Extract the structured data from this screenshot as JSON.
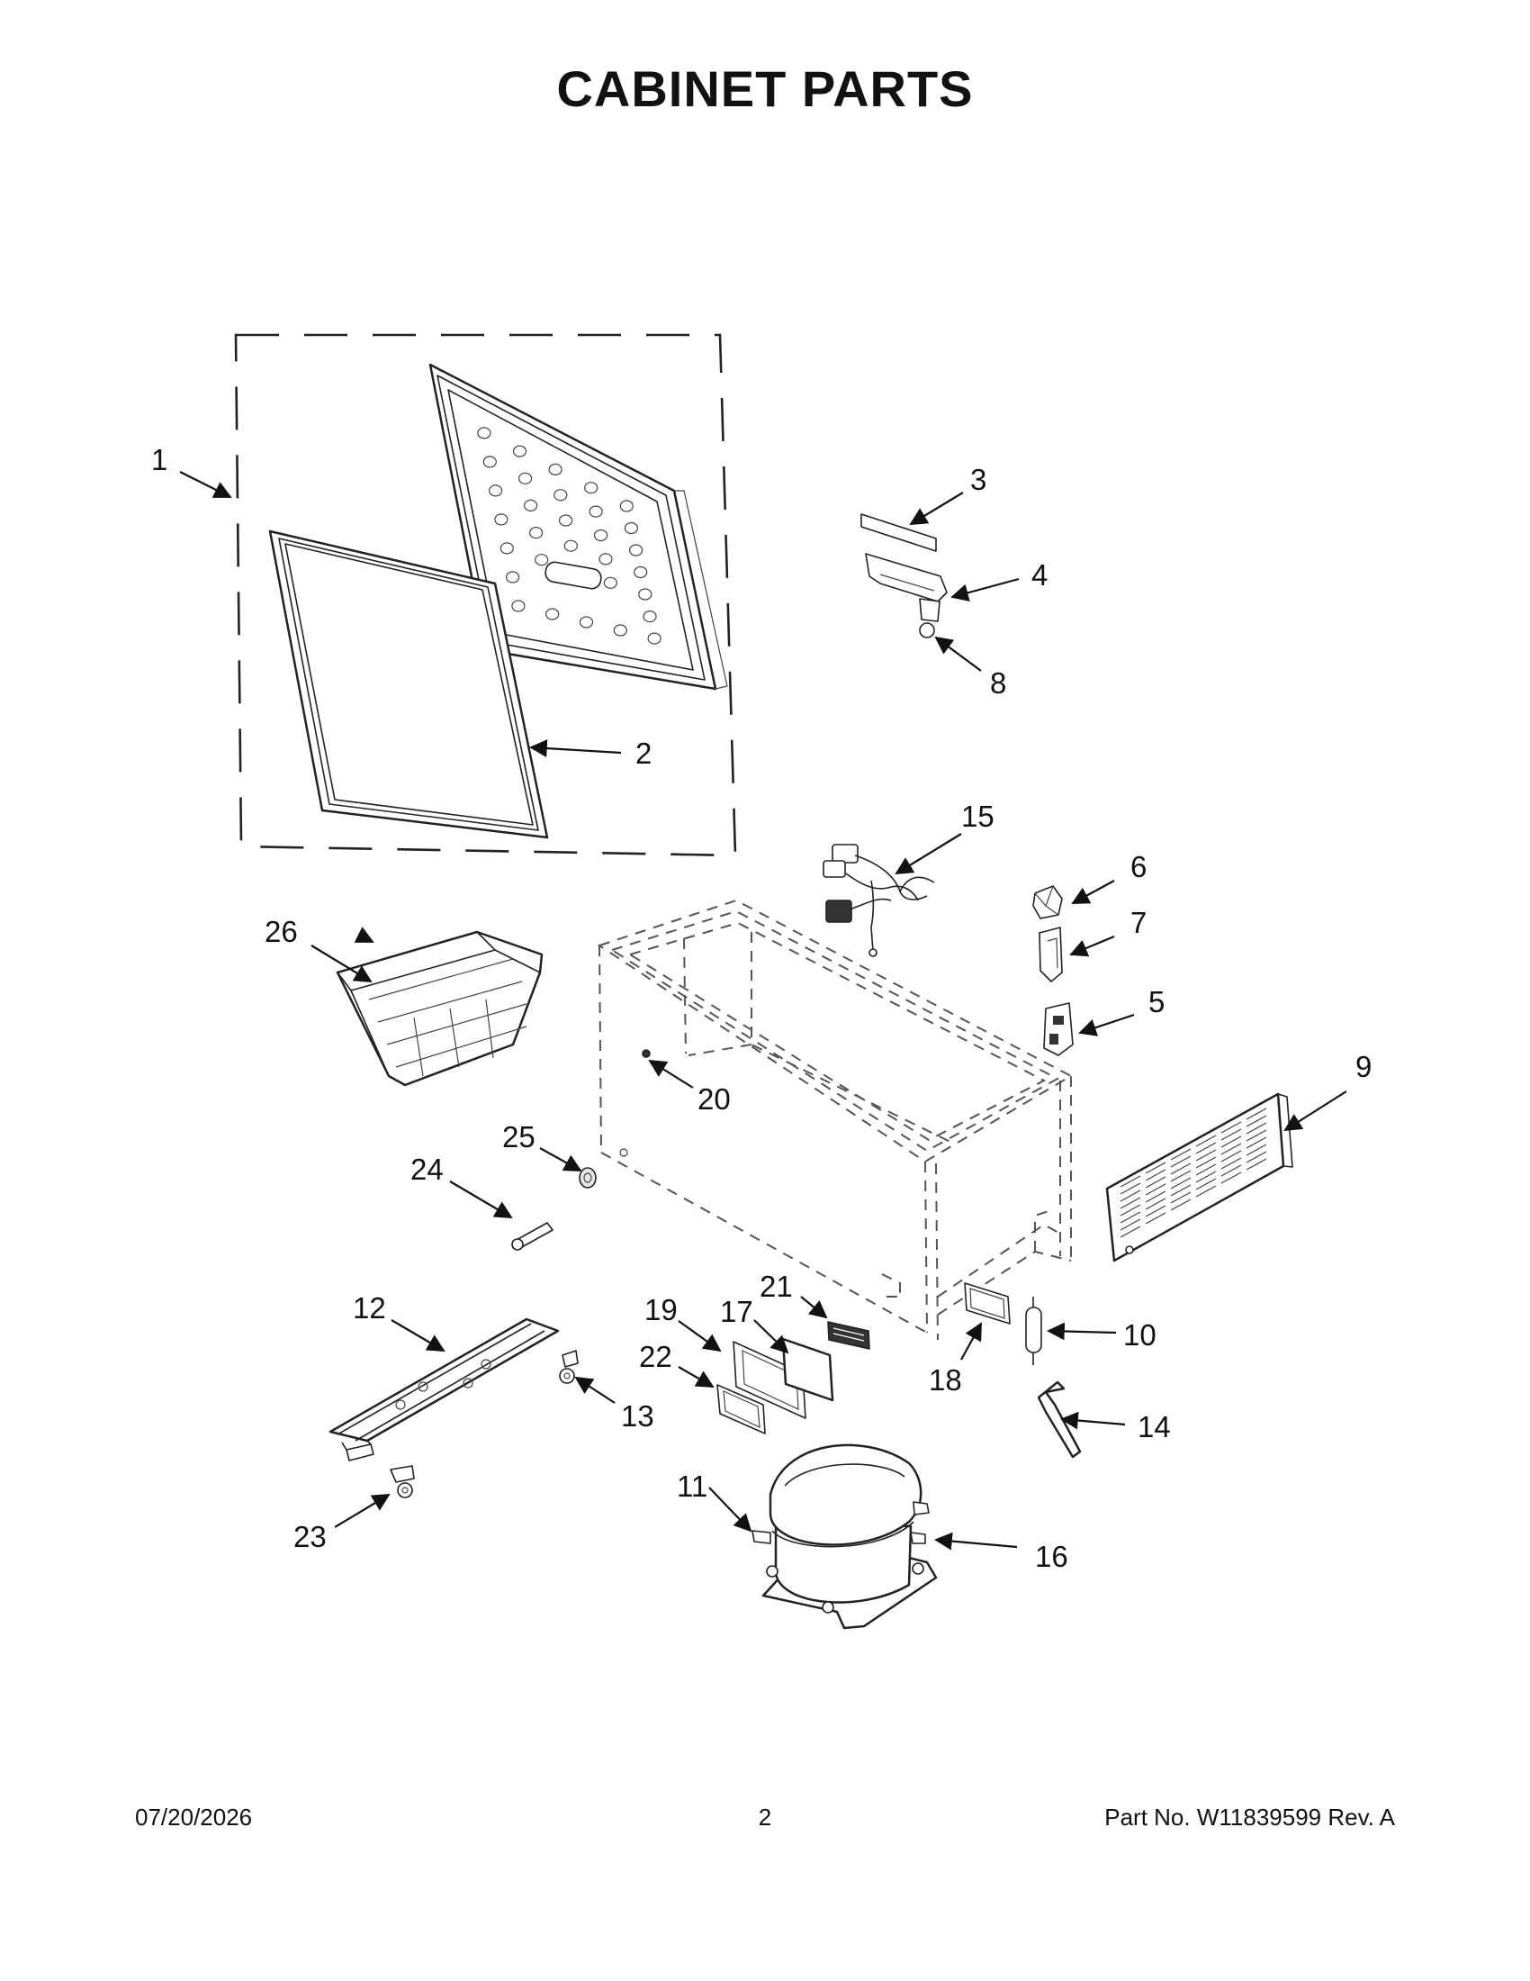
{
  "title": "CABINET PARTS",
  "footer": {
    "date": "07/20/2026",
    "page": "2",
    "part_number": "Part No.  W11839599  Rev.  A"
  },
  "callouts": [
    "1",
    "2",
    "3",
    "4",
    "5",
    "6",
    "7",
    "8",
    "9",
    "10",
    "11",
    "12",
    "13",
    "14",
    "15",
    "16",
    "17",
    "18",
    "19",
    "20",
    "21",
    "22",
    "23",
    "24",
    "25",
    "26"
  ]
}
